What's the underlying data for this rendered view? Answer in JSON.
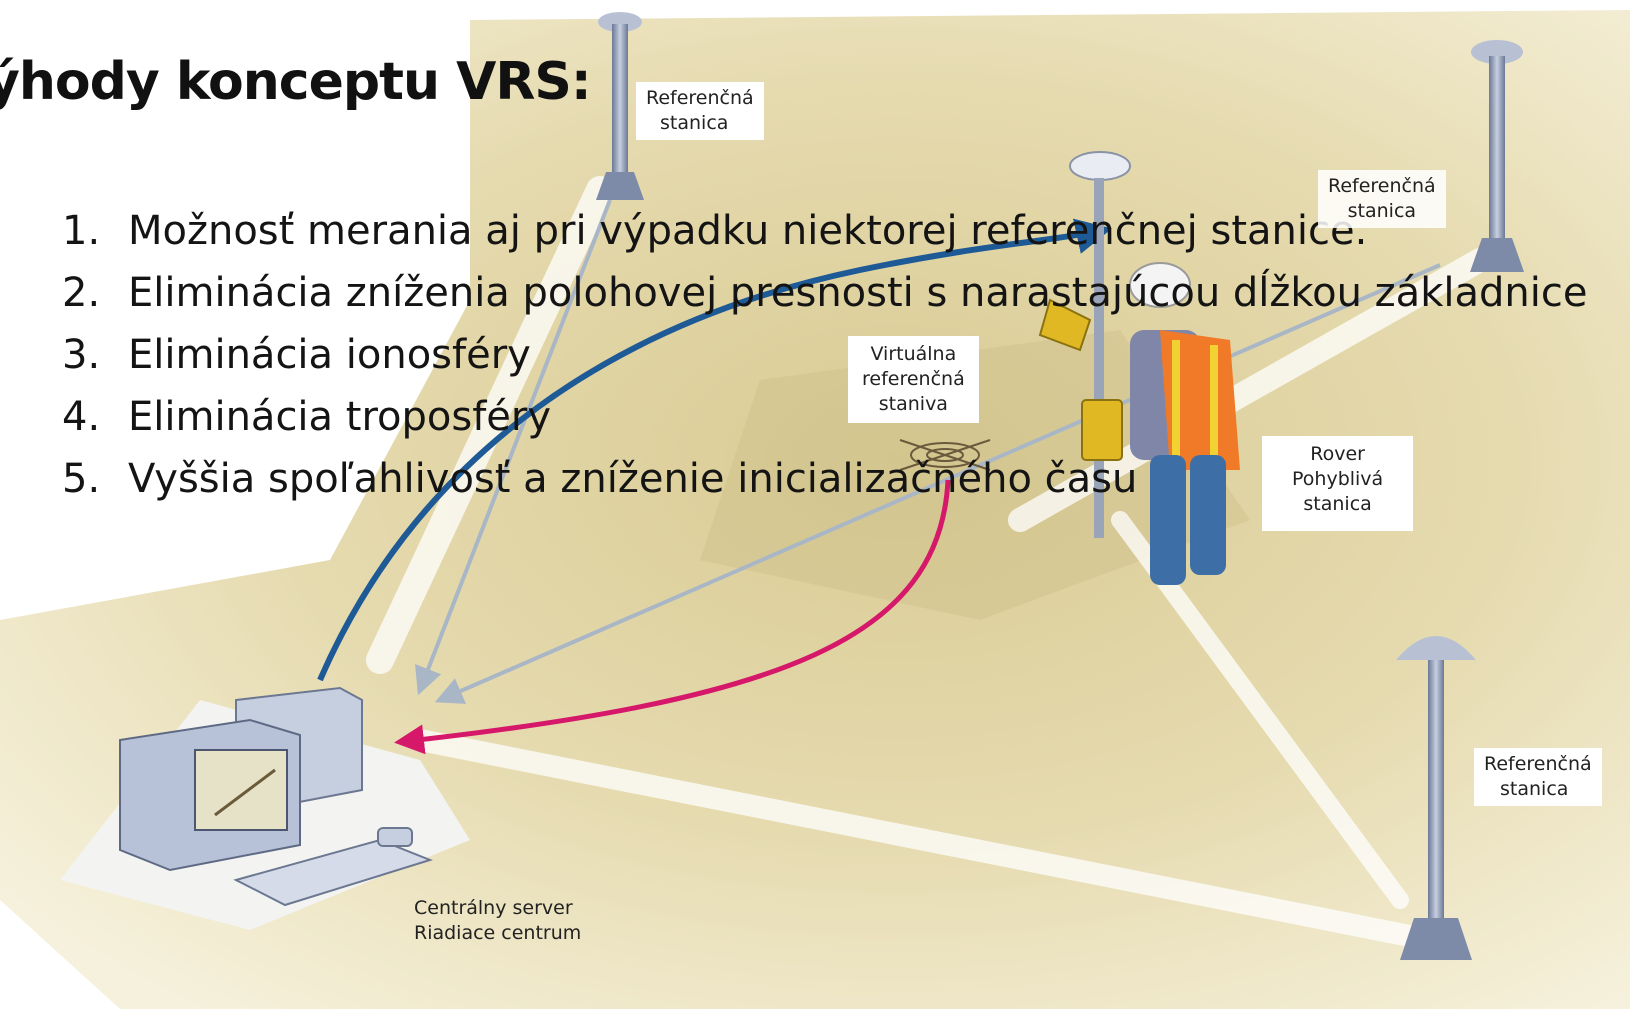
{
  "title": "ýhody konceptu VRS:",
  "benefits": [
    {
      "num": "1.",
      "text": "Možnosť merania aj pri výpadku niektorej referenčnej stanice."
    },
    {
      "num": "2.",
      "text": "Eliminácia zníženia polohovej presnosti s narastajúcou dĺžkou základnice"
    },
    {
      "num": "3.",
      "text": "Eliminácia ionosféry"
    },
    {
      "num": "4.",
      "text": "Eliminácia troposféry"
    },
    {
      "num": "5.",
      "text": "Vyššia spoľahlivosť a zníženie inicializačného času"
    }
  ],
  "labels": {
    "ref_station_top_left": [
      "Referenčná",
      "stanica"
    ],
    "ref_station_top_right": [
      "Referenčná",
      "stanica"
    ],
    "ref_station_bottom_right": [
      "Referenčná",
      "stanica"
    ],
    "virtual_station": [
      "Virtuálna",
      "referenčná",
      "staniva"
    ],
    "rover": [
      "Rover",
      "Pohyblivá",
      "stanica"
    ],
    "server": [
      "Centrálny server",
      "Riadiace centrum"
    ]
  },
  "colors": {
    "ground": "#e8dcae",
    "link_blue": "#1e5a96",
    "link_magenta": "#d6186a",
    "station_pole": "#8090b0"
  }
}
